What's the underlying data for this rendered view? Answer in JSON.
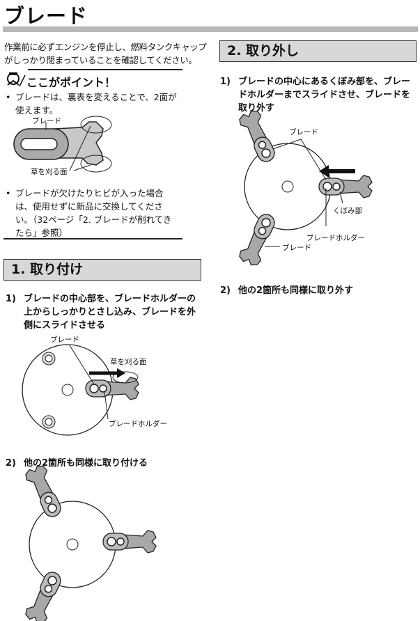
{
  "title": "ブレード",
  "warning": "作業前に必ずエンジンを停止し、燃料タンクキャップがしっかり閉まっていることを確認してください。",
  "point": {
    "heading": "ここがポイント！",
    "bullets": [
      "ブレードは、裏表を変えることで、2面が使えます。",
      "ブレードが欠けたりヒビが入った場合は、使用せずに新品に交換してください。（32ページ「2. ブレードが削れてきたら」参照）"
    ],
    "labels": {
      "blade": "ブレード",
      "cutting_face": "草を刈る面"
    }
  },
  "section1": {
    "heading": "1. 取り付け",
    "steps": [
      {
        "num": "1)",
        "text": "ブレードの中心部を、ブレードホルダーの上からしっかりとさし込み、ブレードを外側にスライドさせる"
      },
      {
        "num": "2)",
        "text": "他の2箇所も同様に取り付ける"
      }
    ],
    "labels": {
      "blade": "ブレード",
      "cutting_face": "草を刈る面",
      "holder": "ブレードホルダー"
    }
  },
  "section2": {
    "heading": "2. 取り外し",
    "steps": [
      {
        "num": "1)",
        "text": "ブレードの中心にあるくぼみ部を、ブレードホルダーまでスライドさせ、ブレードを取り外す"
      },
      {
        "num": "2)",
        "text": "他の2箇所も同様に取り外す"
      }
    ],
    "labels": {
      "blade_top": "ブレード",
      "recess": "くぼみ部",
      "holder": "ブレードホルダー",
      "blade_bottom": "ブレード"
    }
  }
}
